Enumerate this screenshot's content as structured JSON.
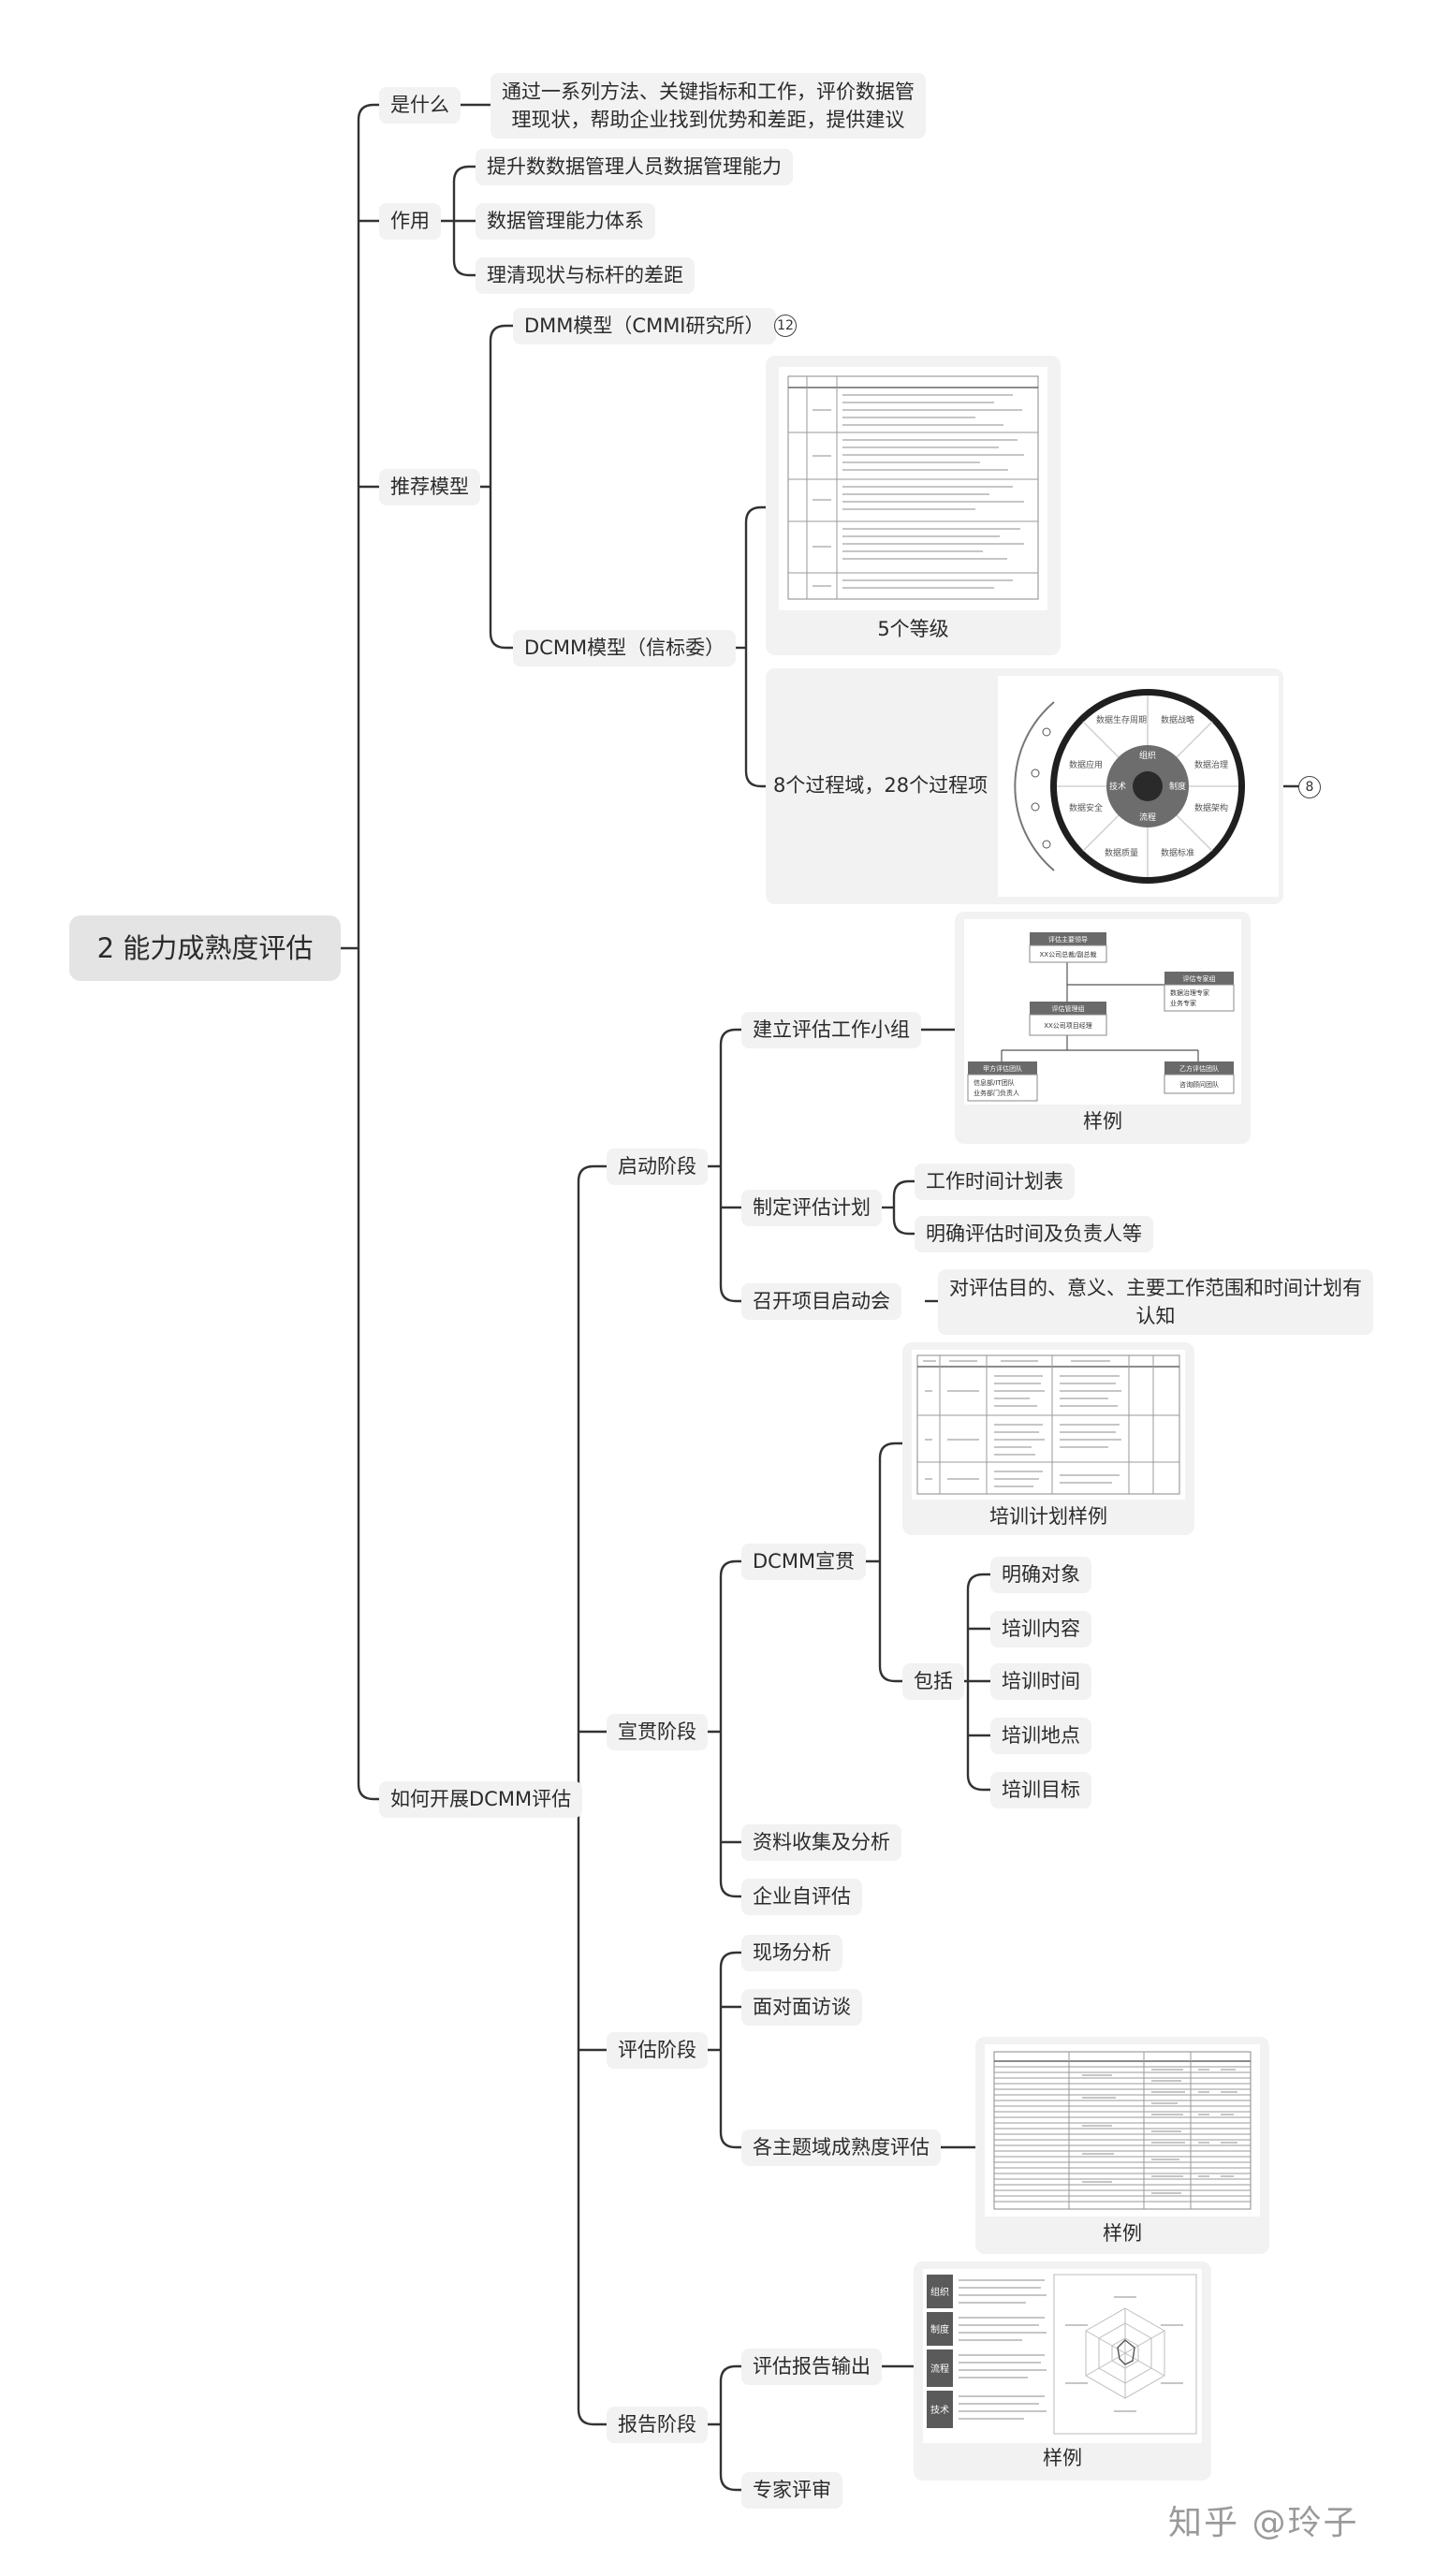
{
  "root": "2 能力成熟度评估",
  "what": {
    "label": "是什么",
    "desc_line1": "通过一系列方法、关键指标和工作，评价数据管",
    "desc_line2": "理现状，帮助企业找到优势和差距，提供建议"
  },
  "role": {
    "label": "作用",
    "items": [
      "提升数数据管理人员数据管理能力",
      "数据管理能力体系",
      "理清现状与标杆的差距"
    ]
  },
  "models": {
    "label": "推荐模型",
    "dmm": {
      "label": "DMM模型（CMMI研究所）",
      "badge": "12"
    },
    "dcmm": {
      "label": "DCMM模型（信标委）",
      "levels_caption": "5个等级",
      "domains_label": "8个过程域，28个过程项",
      "domains_badge": "8",
      "wheel": {
        "outer": [
          "数据生存周期",
          "数据战略",
          "数据治理",
          "数据架构",
          "数据标准",
          "数据质量",
          "数据安全",
          "数据应用"
        ],
        "inner": [
          "组织",
          "制度",
          "流程",
          "技术"
        ]
      }
    }
  },
  "howto": {
    "label": "如何开展DCMM评估",
    "start": {
      "label": "启动阶段",
      "team": {
        "label": "建立评估工作小组",
        "caption": "样例",
        "org": {
          "top_title": "评估主要领导",
          "top_body": "XX公司总裁/副总裁",
          "mid_title": "评估管理组",
          "mid_body": "XX公司项目经理",
          "right_title": "评估专家组",
          "right_items": [
            "数据治理专家",
            "业务专家"
          ],
          "left_title": "甲方评估团队",
          "left_items": [
            "信息部/IT团队",
            "业务部门负责人"
          ],
          "bot_title": "乙方评估团队",
          "bot_body": "咨询顾问团队"
        }
      },
      "plan": {
        "label": "制定评估计划",
        "items": [
          "工作时间计划表",
          "明确评估时间及负责人等"
        ]
      },
      "kickoff": {
        "label": "召开项目启动会",
        "desc_line1": "对评估目的、意义、主要工作范围和时间计划有",
        "desc_line2": "认知"
      }
    },
    "promote": {
      "label": "宣贯阶段",
      "dcmm": {
        "label": "DCMM宣贯",
        "caption": "培训计划样例"
      },
      "include": {
        "label": "包括",
        "items": [
          "明确对象",
          "培训内容",
          "培训时间",
          "培训地点",
          "培训目标"
        ]
      },
      "collect": "资料收集及分析",
      "self": "企业自评估"
    },
    "assess": {
      "label": "评估阶段",
      "items": [
        "现场分析",
        "面对面访谈"
      ],
      "domain_eval": {
        "label": "各主题域成熟度评估",
        "caption": "样例"
      }
    },
    "report": {
      "label": "报告阶段",
      "output": {
        "label": "评估报告输出",
        "caption": "样例",
        "tags": [
          "组织",
          "制度",
          "流程",
          "技术"
        ]
      },
      "review": "专家评审"
    }
  },
  "watermark": "知乎 @玲子"
}
